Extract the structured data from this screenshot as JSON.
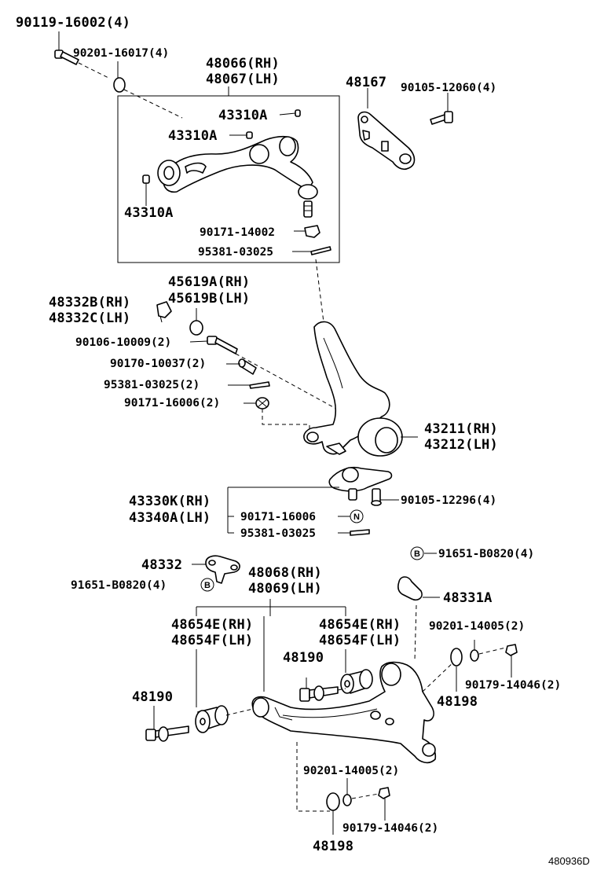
{
  "labels": {
    "bolt_top": "90119-16002(4)",
    "washer_top": "90201-16017(4)",
    "upper_arm_rh": "48066(RH)",
    "upper_arm_lh": "48067(LH)",
    "bushing_a1": "43310A",
    "bushing_a2": "43310A",
    "bushing_a3": "43310A",
    "nut_upper": "90171-14002",
    "pin_upper": "95381-03025",
    "bracket": "48167",
    "bolt_bracket": "90105-12060(4)",
    "stopper_rh": "45619A(RH)",
    "stopper_lh": "45619B(LH)",
    "cap_rh": "48332B(RH)",
    "cap_lh": "48332C(LH)",
    "bolt_knuckle": "90106-10009(2)",
    "collar": "90170-10037(2)",
    "pin_knuckle": "95381-03025(2)",
    "nut_knuckle": "90171-16006(2)",
    "knuckle_rh": "43211(RH)",
    "knuckle_lh": "43212(LH)",
    "ball_joint_rh": "43330K(RH)",
    "ball_joint_lh": "43340A(LH)",
    "bolt_ball_joint": "90105-12296(4)",
    "nut_ball_joint": "90171-16006",
    "pin_ball_joint": "95381-03025",
    "plate": "48332",
    "bolt_plate_left": "91651-B0820(4)",
    "bolt_plate_right": "91651-B0820(4)",
    "lower_arm_rh": "48068(RH)",
    "lower_arm_lh": "48069(LH)",
    "bushing_e_left": "48654E(RH)",
    "bushing_f_left": "48654F(LH)",
    "bushing_e_right": "48654E(RH)",
    "bushing_f_right": "48654F(LH)",
    "cam_bolt_mid": "48190",
    "cam_bolt_left": "48190",
    "retainer": "48331A",
    "washer_right": "90201-14005(2)",
    "nut_right": "90179-14046(2)",
    "cam_plate_right": "48198",
    "washer_bottom": "90201-14005(2)",
    "nut_bottom": "90179-14046(2)",
    "cam_plate_bottom": "48198",
    "diagram_id": "480936D"
  },
  "markers": {
    "n": "N",
    "b": "B"
  }
}
